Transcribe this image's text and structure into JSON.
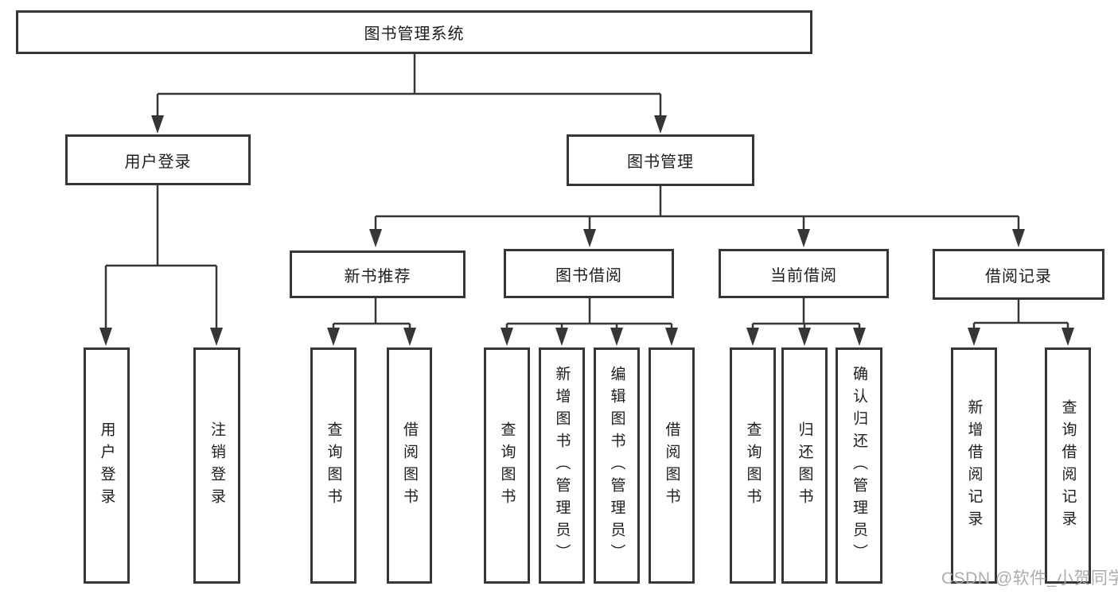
{
  "diagram": {
    "type": "hierarchy-tree",
    "colors": {
      "line": "#363636",
      "box_border": "#363636",
      "box_fill": "#ffffff",
      "text": "#1d1d1d",
      "watermark": "#a8a8a8",
      "background": "#ffffff"
    },
    "watermark": {
      "text": "CSDN @软件_小贺同学"
    },
    "tree": {
      "label": "图书管理系统",
      "children": [
        {
          "label": "用户登录",
          "children": [
            {
              "label": "用户登录"
            },
            {
              "label": "注销登录"
            }
          ]
        },
        {
          "label": "图书管理",
          "children": [
            {
              "label": "新书推荐",
              "children": [
                {
                  "label": "查询图书"
                },
                {
                  "label": "借阅图书"
                }
              ]
            },
            {
              "label": "图书借阅",
              "children": [
                {
                  "label": "查询图书"
                },
                {
                  "label": "新增图书（管理员）"
                },
                {
                  "label": "编辑图书（管理员）"
                },
                {
                  "label": "借阅图书"
                }
              ]
            },
            {
              "label": "当前借阅",
              "children": [
                {
                  "label": "查询图书"
                },
                {
                  "label": "归还图书"
                },
                {
                  "label": "确认归还（管理员）"
                }
              ]
            },
            {
              "label": "借阅记录",
              "children": [
                {
                  "label": "新增借阅记录"
                },
                {
                  "label": "查询借阅记录"
                }
              ]
            }
          ]
        }
      ]
    }
  }
}
